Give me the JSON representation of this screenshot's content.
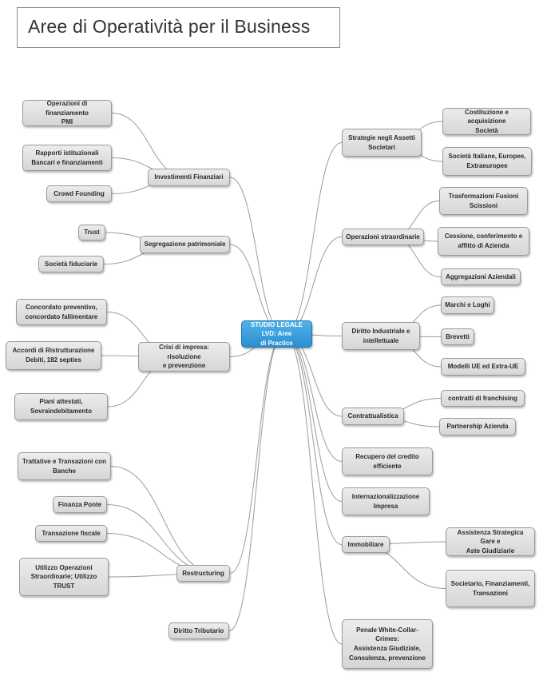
{
  "title": "Aree di Operatività per il Business",
  "colors": {
    "line": "#9b9b9b",
    "center": "#3aa0de",
    "node": "#dcdcdc"
  },
  "nodes": {
    "center": "STUDIO LEGALE LVD: Aree\ndi Practice",
    "investimenti": "Investimenti Finanziari",
    "op_finanziamento": "Operazioni di finanziamento\nPMI",
    "rapporti": "Rapporti istituzionali\nBancari e finanziamenti",
    "crowd": "Crowd Founding",
    "segregazione": "Segregazione patrimoniale",
    "trust": "Trust",
    "fiduciarie": "Società fiduciarie",
    "crisi": "Crisi di impresa: risoluzione\ne prevenzione",
    "concordato": "Concordato preventivo,\nconcordato fallimentare",
    "accordi": "Accordi di Ristrutturazione\nDebiti, 182 septies",
    "piani": "Piani attestati,\nSovraindebitamento",
    "restructuring": "Restructuring",
    "trattative": "Trattative e Transazioni  con\nBanche",
    "finanza_ponte": "Finanza Ponte",
    "transazione_fiscale": "Transazione fiscale",
    "utilizzo": "Utilizzo  Operazioni\nStraordinarie; Utilizzo\nTRUST",
    "tributario": "Diritto Tributario",
    "strategie": "Strategie negli Assetti\nSocietari",
    "costituzione": "Costituzione e acquisizione\nSocietà",
    "societa_ita": "Società Italiane, Europee,\nExtraeuropee",
    "straordinarie": "Operazioni straordinarie",
    "trasformazioni": "Trasformazioni Fusioni\nScissioni",
    "cessione": "Cessione, conferimento e\naffitto di Azienda",
    "aggregazioni": "Aggregazioni Aziendali",
    "diritto_ind": "Diritto Industriale  e\nintellettuale",
    "marchi": "Marchi e Loghi",
    "brevetti": "Brevetti",
    "modelli": "Modelli UE ed Extra-UE",
    "contrattualistica": "Contrattualistica",
    "franchising": "contratti di franchising",
    "partnership": "Partnership  Azienda",
    "recupero": "Recupero del credito\nefficiente",
    "internaz": "Internazionalizzazione\nImpresa",
    "immobiliare": "Immobiliare",
    "assistenza": "Assistenza Strategica Gare e\nAste Giudiziarie",
    "societario": "Societario, Finanziamenti,\nTransazioni",
    "penale": "Penale White-Collar-Crimes:\nAssistenza Giudiziale,\nConsulenza, prevenzione"
  }
}
